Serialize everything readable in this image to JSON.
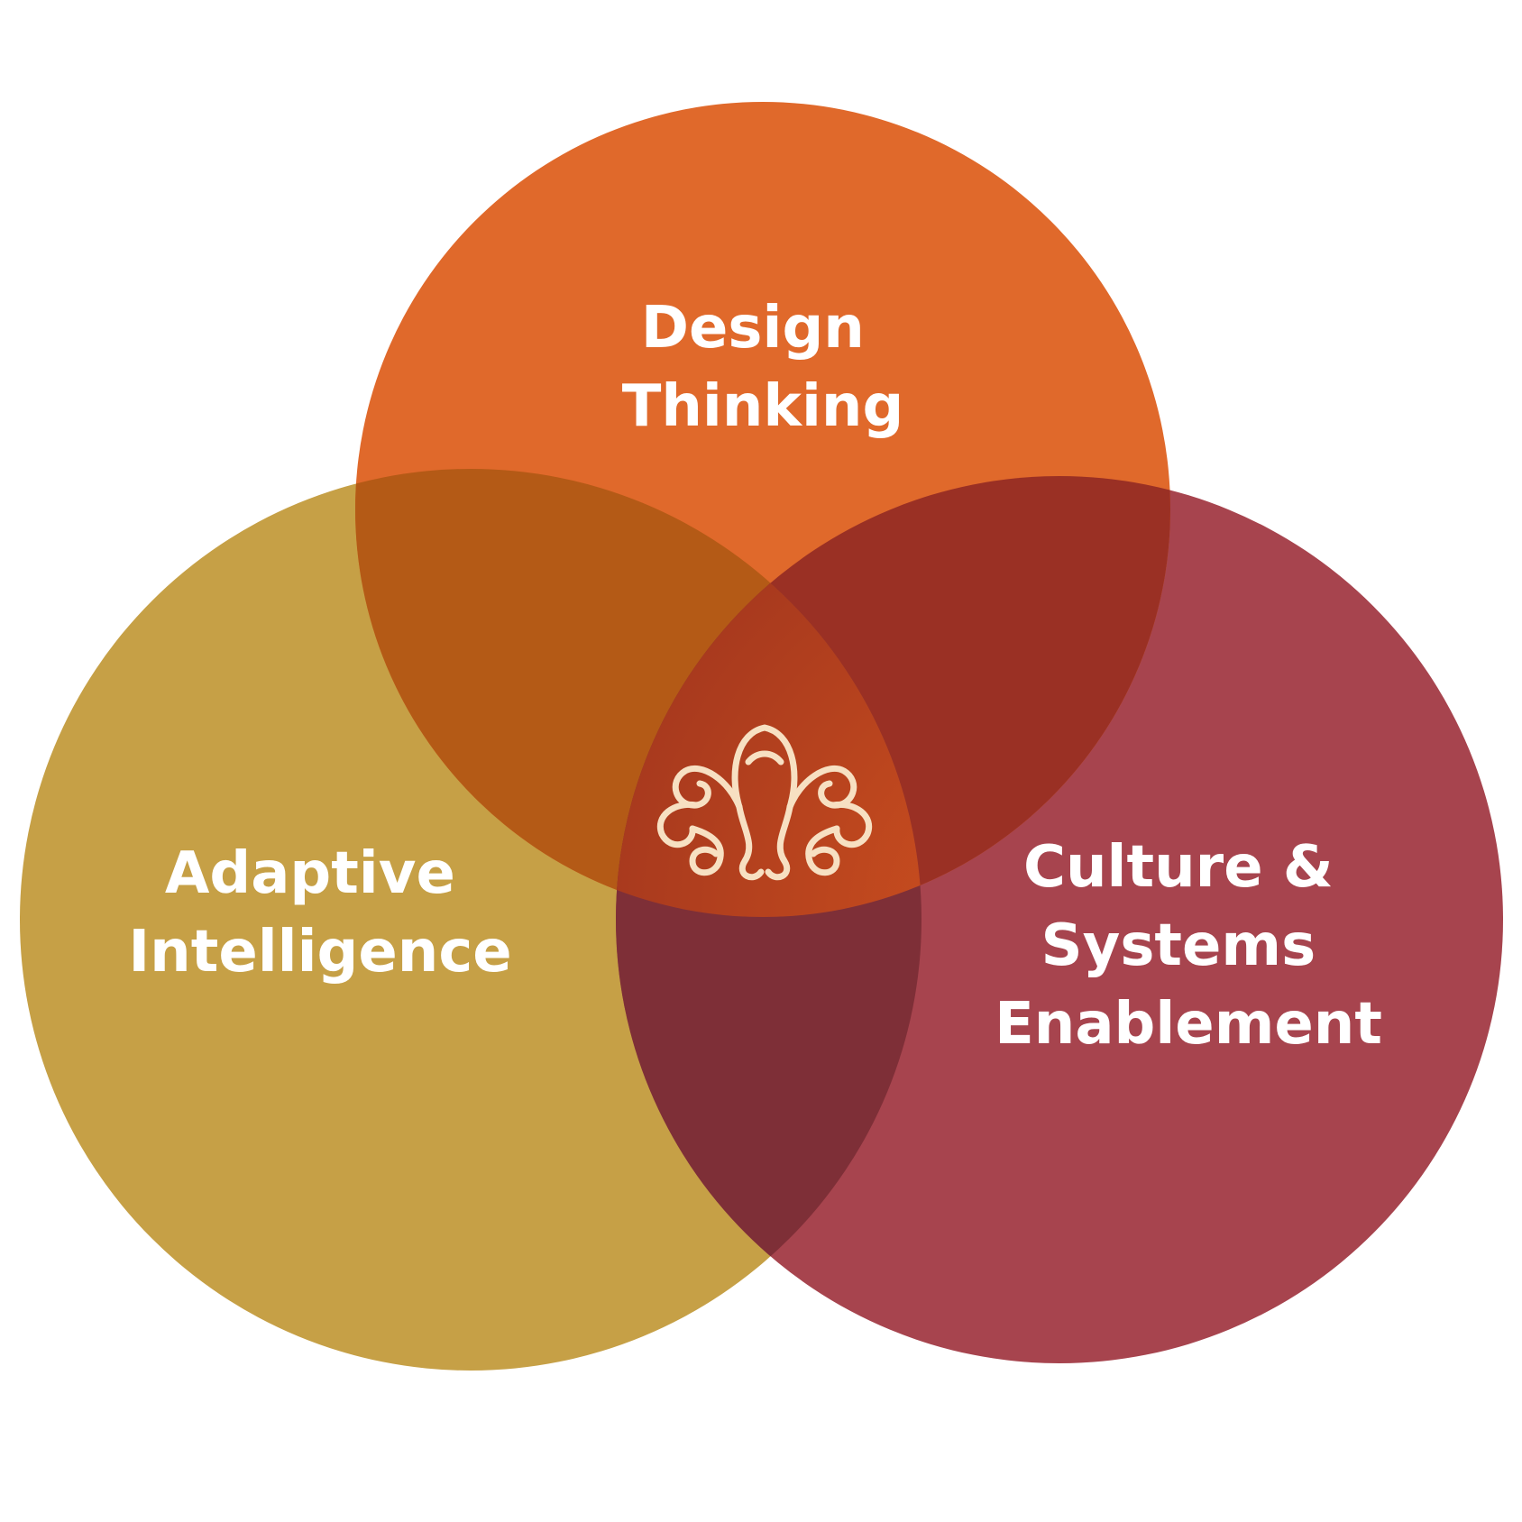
{
  "diagram": {
    "type": "venn",
    "sets": [
      {
        "id": "design",
        "lines": [
          "Design",
          "Thinking"
        ],
        "color": "#E0692B"
      },
      {
        "id": "adaptive",
        "lines": [
          "Adaptive",
          "Intelligence"
        ],
        "color": "#C6A046"
      },
      {
        "id": "culture",
        "lines": [
          "Culture &",
          "Systems",
          "Enablement"
        ],
        "color": "#A7444E"
      }
    ],
    "overlap_colors": {
      "design_adaptive": "#B45A16",
      "design_culture": "#9A3024",
      "adaptive_culture": "#7E2F37",
      "center": "#C14422"
    },
    "center_icon": "knot-emblem-icon",
    "center_icon_color": "#F7E0C2",
    "background": "#FFFFFF"
  }
}
